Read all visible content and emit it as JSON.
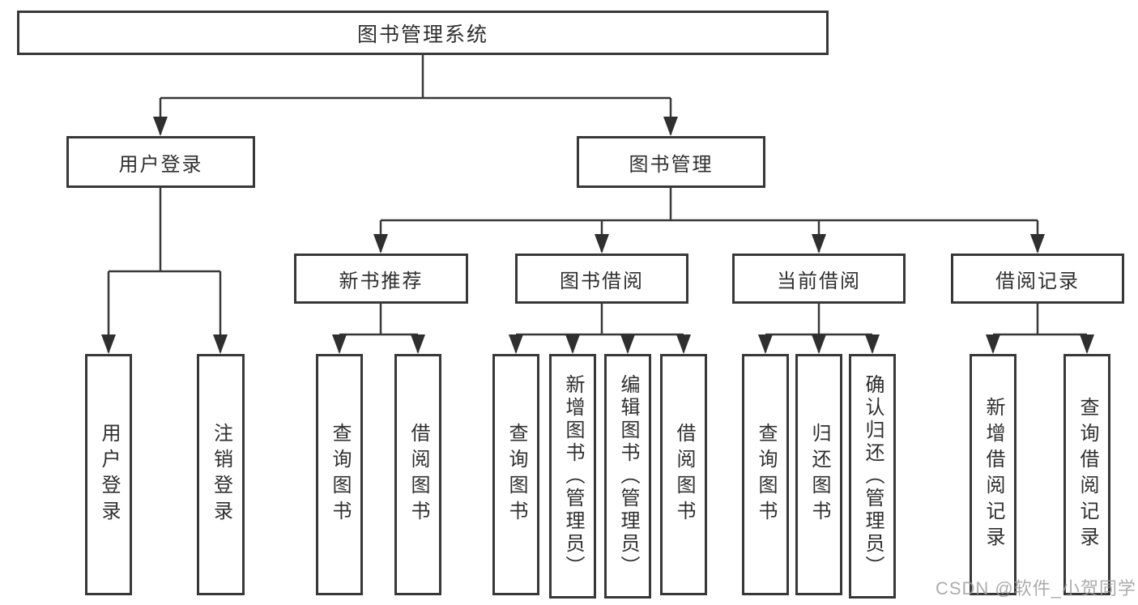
{
  "diagram": {
    "kind": "hierarchy-tree",
    "colors": {
      "line": "#383838",
      "text": "#2f2f2f",
      "background": "#ffffff",
      "watermark": "#9e9e9e"
    },
    "tree": {
      "label": "图书管理系统",
      "children": [
        {
          "label": "用户登录",
          "children": [
            {
              "label": "用户登录"
            },
            {
              "label": "注销登录"
            }
          ]
        },
        {
          "label": "图书管理",
          "children": [
            {
              "label": "新书推荐",
              "children": [
                {
                  "label": "查询图书"
                },
                {
                  "label": "借阅图书"
                }
              ]
            },
            {
              "label": "图书借阅",
              "children": [
                {
                  "label": "查询图书"
                },
                {
                  "label": "新增图书（管理员）"
                },
                {
                  "label": "编辑图书（管理员）"
                },
                {
                  "label": "借阅图书"
                }
              ]
            },
            {
              "label": "当前借阅",
              "children": [
                {
                  "label": "查询图书"
                },
                {
                  "label": "归还图书"
                },
                {
                  "label": "确认归还（管理员）"
                }
              ]
            },
            {
              "label": "借阅记录",
              "children": [
                {
                  "label": "新增借阅记录"
                },
                {
                  "label": "查询借阅记录"
                }
              ]
            }
          ]
        }
      ]
    },
    "watermark": {
      "text": "CSDN @软件_小贺同学"
    }
  }
}
